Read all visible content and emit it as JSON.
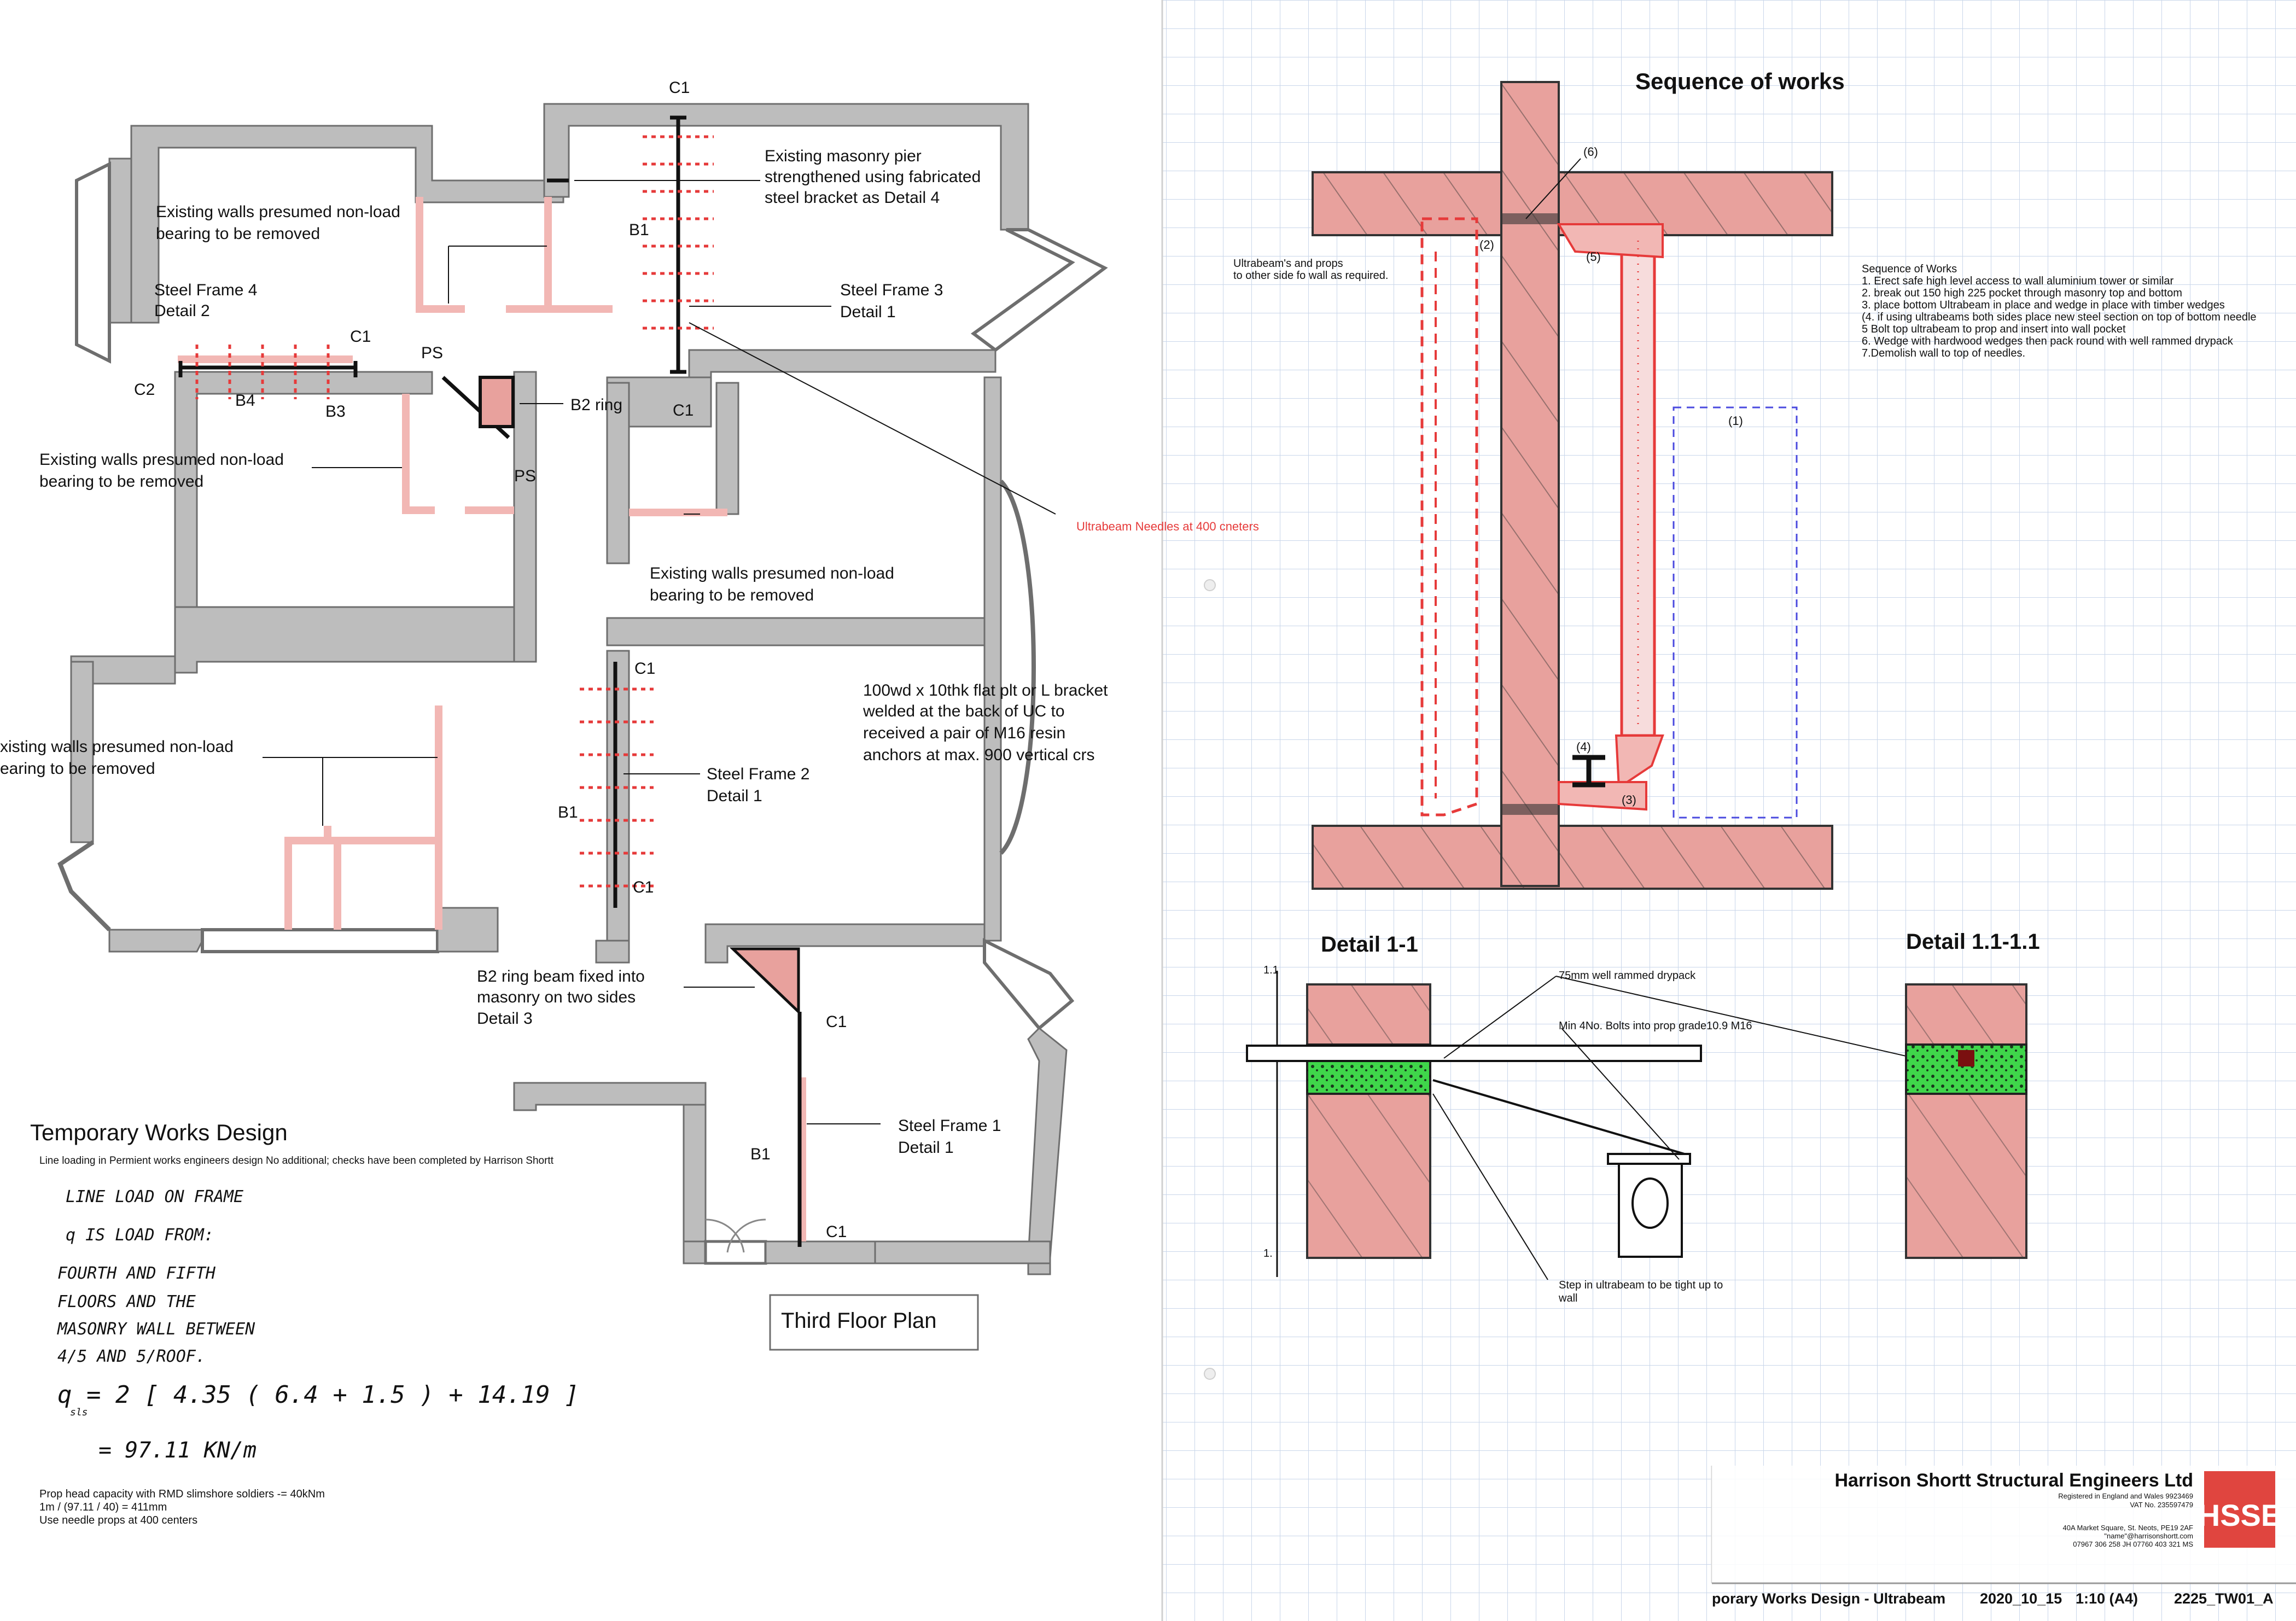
{
  "plan": {
    "title": "Third Floor Plan",
    "labels": {
      "c1_top": "C1",
      "c1_mid": "C1",
      "c1_f4": "C1",
      "c2": "C2",
      "ps_top": "PS",
      "ps_bottom": "PS",
      "b4": "B4",
      "b3": "B3",
      "b1_f3": "B1",
      "b2_ring": "B2 ring",
      "c1_f2_top": "C1",
      "c1_f2_bottom": "C1",
      "b1_f2": "B1",
      "c1_f1_top": "C1",
      "c1_f1_bottom": "C1",
      "b1_f1": "B1"
    },
    "notes": {
      "pier_1": "Existing masonry pier",
      "pier_2": "strengthened using fabricated",
      "pier_3": "steel bracket as Detail 4",
      "walls_a1": "Existing walls presumed non-load",
      "walls_a2": "bearing to be removed",
      "f4_1": "Steel Frame 4",
      "f4_2": "Detail 2",
      "f3_1": "Steel Frame 3",
      "f3_2": "Detail 1",
      "walls_b1": "Existing walls presumed non-load",
      "walls_b2": "bearing to be removed",
      "walls_c1": "Existing walls presumed non-load",
      "walls_c2": "bearing to be removed",
      "walls_d1": "xisting walls presumed non-load",
      "walls_d2": "earing to be removed",
      "f2_1": "Steel Frame 2",
      "f2_2": "Detail 1",
      "bracket_1": "100wd x 10thk flat plt or L bracket",
      "bracket_2": "welded at the back of UC to",
      "bracket_3": "received a pair of M16 resin",
      "bracket_4": "anchors at max. 900 vertical crs",
      "ultrabeam_needles": "Ultrabeam Needles at 400 cneters",
      "b2_1": "B2 ring beam fixed into",
      "b2_2": "masonry on two sides",
      "b2_3": "Detail 3",
      "f1_1": "Steel Frame 1",
      "f1_2": "Detail 1"
    }
  },
  "design": {
    "title": "Temporary Works Design",
    "note": "Line loading in Permient works engineers design   No additional; checks have been completed by Harrison Shortt",
    "hand_1": "LINE LOAD ON FRAME",
    "hand_2": "q IS LOAD FROM:",
    "hand_3": "FOURTH AND FIFTH",
    "hand_4": "FLOORS AND THE",
    "hand_5": "MASONRY WALL BETWEEN",
    "hand_6": "4/5 AND 5/ROOF.",
    "hand_7": "q     = 2 [ 4.35 ( 6.4 + 1.5 ) + 14.19 ]",
    "hand_7_sub": "sls",
    "hand_8": "= 97.11 KN/m",
    "prop_1": "Prop head capacity with RMD slimshore soldiers -= 40kNm",
    "prop_2": "1m / (97.11 / 40)  = 411mm",
    "prop_3": "Use needle props at 400 centers"
  },
  "sequence": {
    "title": "Sequence of works",
    "side_note_1": "Ultrabeam's and props",
    "side_note_2": "to other side fo wall as required.",
    "marks": [
      "(6)",
      "(2)",
      "(5)",
      "(1)",
      "(4)",
      "(3)"
    ],
    "steps": [
      "Sequence of Works",
      "1. Erect safe high level access to wall aluminium tower or similar",
      "2. break out 150 high 225 pocket through masonry top and bottom",
      "3. place bottom Ultrabeam in place and wedge in place with timber wedges",
      "(4. if using ultrabeams both sides place new steel section on top of bottom needle",
      "5 Bolt top ultrabeam to prop and insert into wall pocket",
      "6. Wedge with hardwood wedges then pack round with well rammed drypack",
      "7.Demolish wall to top of needles."
    ]
  },
  "detail": {
    "title_a": "Detail 1-1",
    "title_b": "Detail 1.1-1.1",
    "mark_top": "1.1",
    "mark_bottom": "1.",
    "note_drypack": "75mm well rammed drypack",
    "note_bolts": "Min 4No. Bolts into prop grade10.9 M16",
    "note_step_1": "Step in ultrabeam to be tight up to",
    "note_step_2": "wall"
  },
  "titleblock": {
    "company": "Harrison Shortt Structural Engineers Ltd",
    "reg_1": "Registered in England and Wales 9923469",
    "reg_2": "VAT No. 235597479",
    "addr_1": "40A Market Square, St. Neots, PE19 2AF",
    "addr_2": "\"name\"@harrisonshortt.com",
    "addr_3": "07967 306 258 JH    07760 403 321 MS",
    "logo": "HSSE",
    "drawing_title": "porary Works Design - Ultrabeam",
    "date": "2020_10_15",
    "scale": "1:10 (A4)",
    "number": "2225_TW01_A"
  },
  "colors": {
    "wall_grey": "#bdbdbd",
    "wall_edge": "#6e6e6e",
    "removed_wall_pink": "#f2b7b4",
    "masonry_red": "#e8a19d",
    "needle_red": "#e63a3a",
    "drypack_green": "#3fd64a",
    "grid_blue": "#c9d6ea",
    "logo_red": "#e0453f"
  }
}
